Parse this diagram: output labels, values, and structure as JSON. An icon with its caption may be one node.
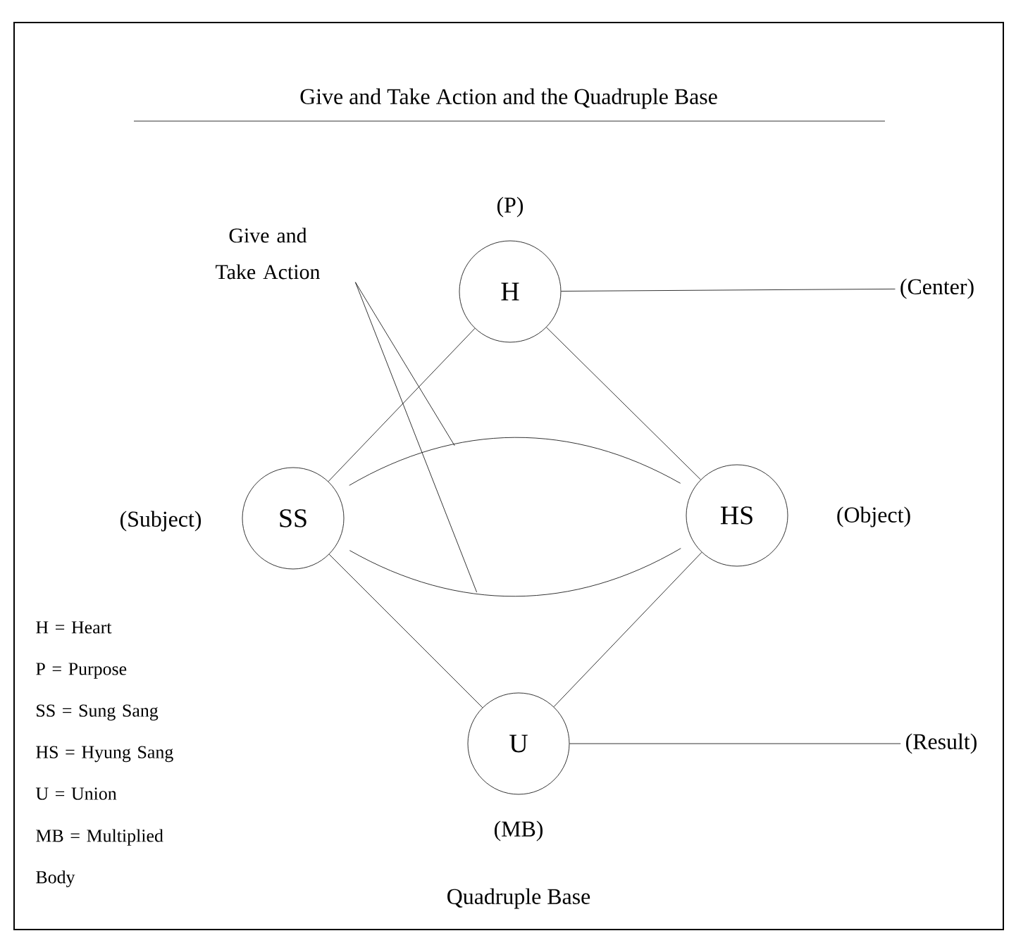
{
  "diagram": {
    "title": "Give and Take Action and the Quadruple Base",
    "caption": "Quadruple Base",
    "nodes": [
      {
        "text": [
          "H"
        ],
        "beside": [
          "(P)"
        ]
      },
      {
        "text": [
          "SS"
        ],
        "beside": [
          "(Subject)"
        ]
      },
      {
        "text": [
          "HS"
        ],
        "beside": [
          "(Object)"
        ]
      },
      {
        "text": [
          "U"
        ],
        "beside": [
          "(MB)"
        ]
      },
      {
        "text": [
          "(Center)"
        ]
      },
      {
        "text": [
          "(Result)"
        ]
      },
      {
        "text": [
          "Give and Take Action"
        ]
      }
    ],
    "edges": [
      {
        "from": 0,
        "to": 1,
        "arrow": "none"
      },
      {
        "from": 0,
        "to": 2,
        "arrow": "none"
      },
      {
        "from": 1,
        "to": 3,
        "arrow": "none"
      },
      {
        "from": 2,
        "to": 3,
        "arrow": "none"
      },
      {
        "from": 1,
        "to": 2,
        "arrow": "none"
      },
      {
        "from": 1,
        "to": 2,
        "arrow": "none"
      },
      {
        "from": 0,
        "to": 4,
        "arrow": "none"
      },
      {
        "from": 3,
        "to": 5,
        "arrow": "none"
      },
      {
        "from": 6,
        "to": null,
        "arrow": "none"
      },
      {
        "from": 6,
        "to": null,
        "arrow": "none"
      }
    ],
    "labels": [
      "H = Heart",
      "P = Purpose",
      "SS = Sung Sang",
      "HS = Hyung Sang",
      "U = Union",
      "MB = Multiplied Body"
    ]
  }
}
